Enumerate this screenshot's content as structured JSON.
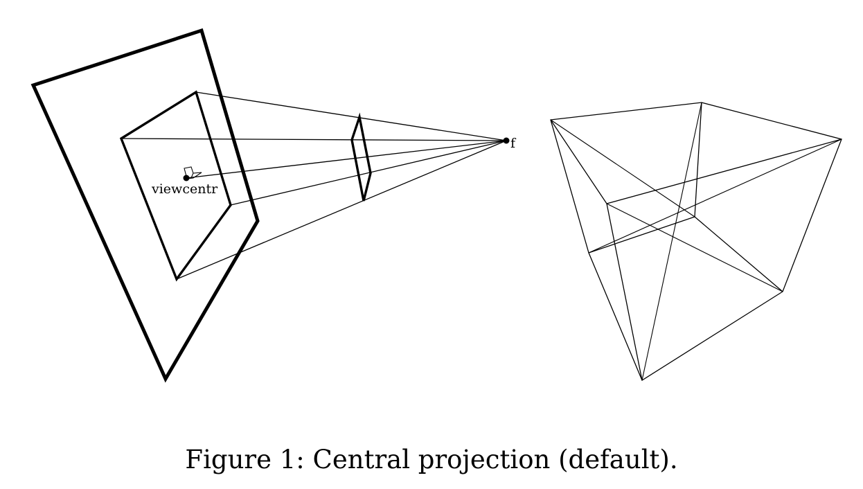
{
  "labels": {
    "focal_point": "f",
    "view_centre": "viewcentr"
  },
  "caption": "Figure 1: Central projection (default)."
}
